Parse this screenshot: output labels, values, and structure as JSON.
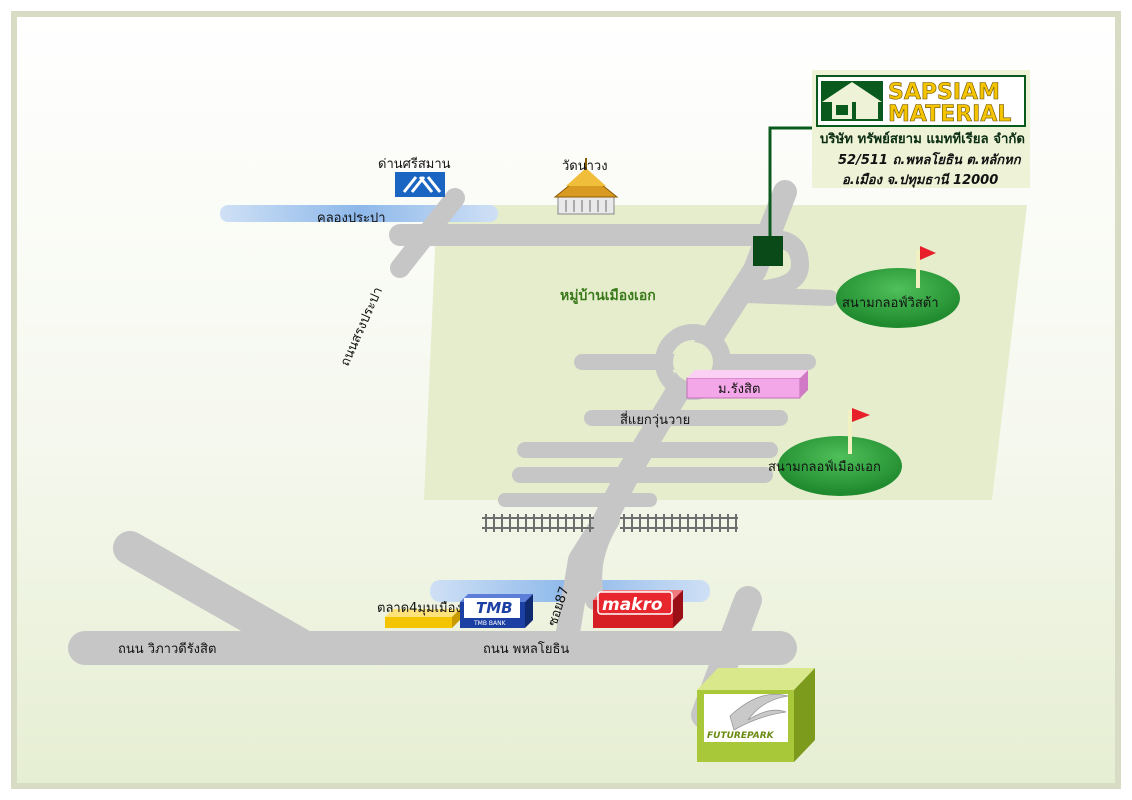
{
  "company": {
    "name_line1": "SAPSIAM",
    "name_line2": "MATERIAL",
    "thai_name": "บริษัท ทรัพย์สยาม แมททีเรียล จำกัด",
    "address_line1": "52/511 ถ.พหลโยธิน ต.หลักหก",
    "address_line2": "อ.เมือง จ.ปทุมธานี 12000"
  },
  "labels": {
    "toll_booth": "ด่านศรีสมาน",
    "temple": "วัดนาวง",
    "canal": "คลองประปา",
    "road_canal": "ถนนสรงประปา",
    "village": "หมู่บ้านเมืองเอก",
    "golf_1": "สนามกลอฟ์วิสต้า",
    "university": "ม.รังสิต",
    "intersection": "สี่แยกวุ่นวาย",
    "golf_2": "สนามกลอฟ์เมืองเอก",
    "market": "ตลาด4มุมเมือง",
    "soi": "ซอย87",
    "road_vibhavadi": "ถนน วิภาวดีรังสิต",
    "road_phahon": "ถนน พหลโยธิน"
  },
  "brands": {
    "tmb": "TMB",
    "tmb_sub": "TMB BANK",
    "makro": "makro",
    "future_park": "FUTUREPARK"
  },
  "colors": {
    "road": "#c6c6c6",
    "water": "#a9c9ee",
    "village_area": "#e5edcc",
    "golf": "#2b9a3a",
    "frame": "#d8dcc4",
    "brand_green": "#0a5a1e",
    "brand_yellow": "#f5c400"
  }
}
